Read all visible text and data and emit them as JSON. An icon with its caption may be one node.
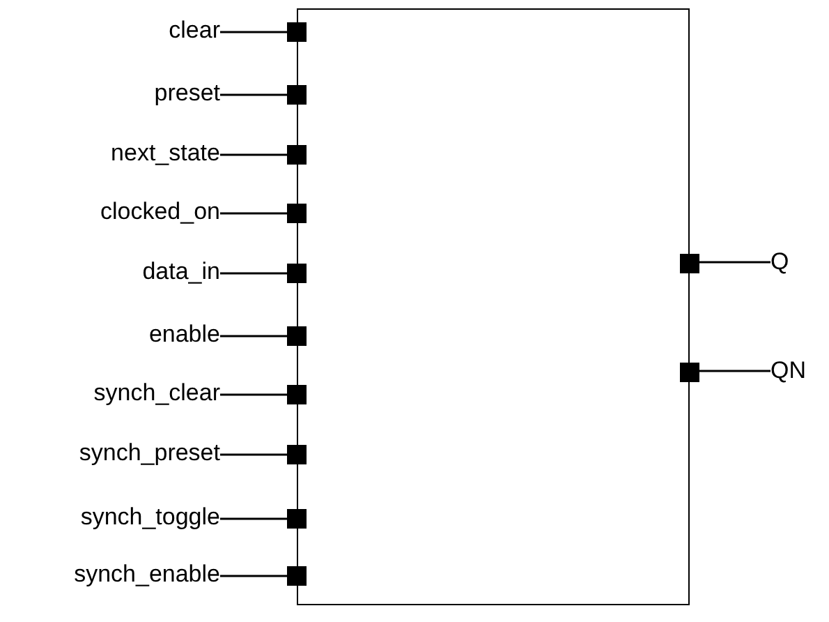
{
  "diagram": {
    "nodes": [
      {
        "text": [],
        "shape": "box"
      },
      {
        "text": [
          "clear"
        ]
      },
      {
        "text": [],
        "shape": "box"
      },
      {
        "text": [
          "preset"
        ]
      },
      {
        "text": [],
        "shape": "box"
      },
      {
        "text": [
          "next_state"
        ]
      },
      {
        "text": [],
        "shape": "box"
      },
      {
        "text": [
          "clocked_on"
        ]
      },
      {
        "text": [],
        "shape": "box"
      },
      {
        "text": [
          "data_in"
        ]
      },
      {
        "text": [],
        "shape": "box"
      },
      {
        "text": [
          "enable"
        ]
      },
      {
        "text": [],
        "shape": "box"
      },
      {
        "text": [
          "synch_clear"
        ]
      },
      {
        "text": [],
        "shape": "box"
      },
      {
        "text": [
          "synch_preset"
        ]
      },
      {
        "text": [],
        "shape": "box"
      },
      {
        "text": [
          "synch_toggle"
        ]
      },
      {
        "text": [],
        "shape": "box"
      },
      {
        "text": [
          "synch_enable"
        ]
      },
      {
        "text": [],
        "shape": "box"
      },
      {
        "text": [],
        "shape": "box"
      },
      {
        "text": [
          "Q"
        ]
      },
      {
        "text": [],
        "shape": "box"
      },
      {
        "text": [
          "QN"
        ]
      }
    ],
    "edges": [
      {
        "from": 1,
        "to": 2,
        "arrow": "none"
      },
      {
        "from": 3,
        "to": 4,
        "arrow": "none"
      },
      {
        "from": 5,
        "to": 6,
        "arrow": "none"
      },
      {
        "from": 7,
        "to": 8,
        "arrow": "none"
      },
      {
        "from": 9,
        "to": 10,
        "arrow": "none"
      },
      {
        "from": 11,
        "to": 12,
        "arrow": "none"
      },
      {
        "from": 13,
        "to": 14,
        "arrow": "none"
      },
      {
        "from": 15,
        "to": 16,
        "arrow": "none"
      },
      {
        "from": 17,
        "to": 18,
        "arrow": "none"
      },
      {
        "from": 19,
        "to": 20,
        "arrow": "none"
      },
      {
        "from": 21,
        "to": 22,
        "arrow": "none"
      },
      {
        "from": 23,
        "to": 24,
        "arrow": "none"
      }
    ]
  }
}
